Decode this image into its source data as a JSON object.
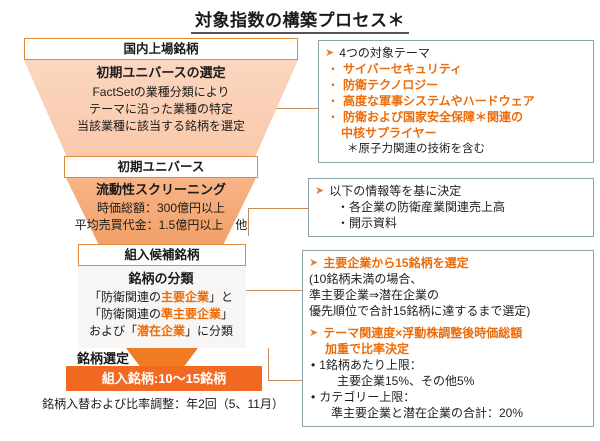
{
  "title": "対象指数の構築プロセス＊",
  "funnel": {
    "box_top": "国内上場銘柄",
    "stage1": {
      "head": "初期ユニバースの選定",
      "lines": [
        "FactSetの業種分類により",
        "テーマに沿った業種の特定",
        "当該業種に該当する銘柄を選定"
      ]
    },
    "box_mid": "初期ユニバース",
    "stage2": {
      "head": "流動性スクリーニング",
      "lines": [
        "時価総額：300億円以上",
        "平均売買代金：1.5億円以上　他"
      ]
    },
    "box_mid2": "組入候補銘柄",
    "stage3": {
      "head": "銘柄の分類",
      "line1_pre": "「防衛関連の",
      "line1_hl": "主要企業",
      "line1_post": "」と",
      "line2_pre": "「防衛関連の",
      "line2_hl": "準主要企業",
      "line2_post": "」",
      "line3_pre": "および「",
      "line3_hl": "潜在企業",
      "line3_post": "」に分類"
    },
    "box_bottom": "銘柄選定",
    "final_bar": "組入銘柄:10〜15銘柄",
    "footnote": "銘柄入替および比率調整：年2回（5、11月）"
  },
  "panels": [
    {
      "heading": "4つの対象テーマ",
      "items": [
        "サイバーセキュリティ",
        "防衛テクノロジー",
        "高度な軍事システムやハードウェア",
        "防衛および国家安全保障＊関連の"
      ],
      "item4_cont": "中核サプライヤー",
      "note": "＊原子力関連の技術を含む"
    },
    {
      "heading": "以下の情報等を基に決定",
      "items": [
        "・各企業の防衛産業関連売上高",
        "・開示資料"
      ]
    },
    {
      "heading_a": "主要企業から15銘柄を選定",
      "lines_a": [
        "(10銘柄未満の場合、",
        "準主要企業⇒潜在企業の",
        "優先順位で合計15銘柄に達するまで選定)"
      ],
      "heading_b1": "テーマ関連度×浮動株調整後時価総額",
      "heading_b2": "加重で比率決定",
      "b_item1": "1銘柄あたり上限：",
      "b_item1_sub": "主要企業15%、その他5%",
      "b_item2": "カテゴリー上限：",
      "b_item2_sub": "準主要企業と潜在企業の合計：20%"
    }
  ],
  "icons": {
    "arrow": "➤",
    "dot": "・",
    "bullet": "•"
  },
  "colors": {
    "accent_orange": "#ec6c0a",
    "bar_orange": "#f26a21",
    "panel_border": "#8ca3a8",
    "funnel_light": "#fbd6c0",
    "funnel_mid": "#f4a670"
  }
}
